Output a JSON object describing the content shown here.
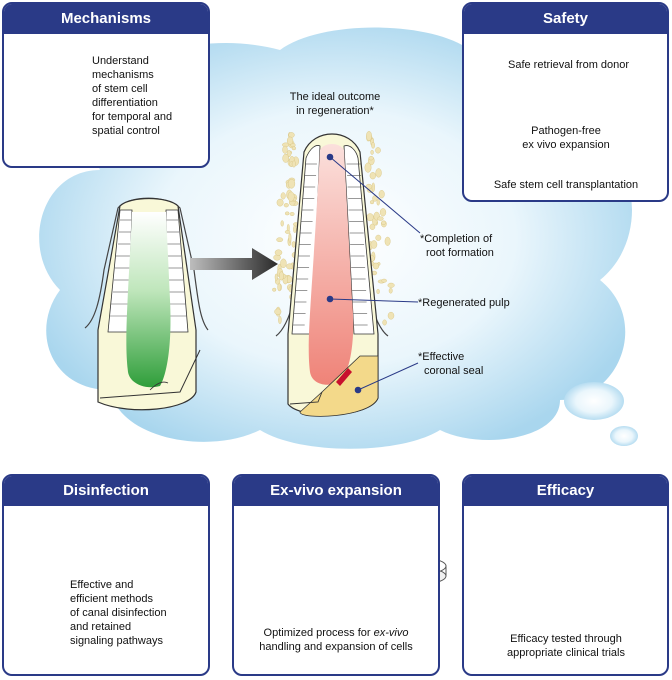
{
  "cloud": {
    "title_line1": "The ideal outcome",
    "title_line2": "in regeneration*",
    "label_root_1": "*Completion of",
    "label_root_2": "root formation",
    "label_pulp": "*Regenerated pulp",
    "label_seal_1": "*Effective",
    "label_seal_2": "coronal seal"
  },
  "mechanisms": {
    "title": "Mechanisms",
    "text": [
      "Understand",
      "mechanisms",
      "of stem cell",
      "differentiation",
      "for temporal and",
      "spatial control"
    ]
  },
  "safety": {
    "title": "Safety",
    "step1": "Safe retrieval from donor",
    "step2_line1": "Pathogen-free",
    "step2_line2": "ex vivo expansion",
    "step3": "Safe stem cell transplantation"
  },
  "disinfection": {
    "title": "Disinfection",
    "text": [
      "Effective and",
      "efficient methods",
      "of canal disinfection",
      "and retained",
      "signaling pathways"
    ]
  },
  "expansion": {
    "title": "Ex-vivo expansion",
    "line1": "Optimized process for ",
    "line1_em": "ex-vivo",
    "line2": "handling and expansion of cells"
  },
  "efficacy": {
    "title": "Efficacy",
    "line1": "Efficacy tested through",
    "line2": "appropriate clinical trials"
  },
  "colors": {
    "accent": "#2a3a87",
    "cloud": "#c3e4f4",
    "pulp_green": "#3cae3c",
    "pulp_red": "#f08e84",
    "seal": "#f3d98a"
  }
}
